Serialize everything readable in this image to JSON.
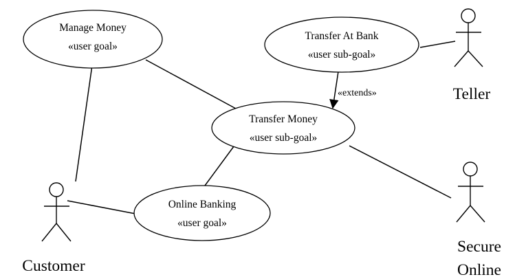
{
  "use_cases": [
    {
      "id": "manage-money",
      "name": "Manage Money",
      "stereotype": "«user goal»"
    },
    {
      "id": "transfer-at-bank",
      "name": "Transfer At Bank",
      "stereotype": "«user sub-goal»"
    },
    {
      "id": "transfer-money",
      "name": "Transfer Money",
      "stereotype": "«user sub-goal»"
    },
    {
      "id": "online-banking",
      "name": "Online Banking",
      "stereotype": "«user goal»"
    }
  ],
  "actors": [
    {
      "id": "teller",
      "label_lines": [
        "Teller"
      ]
    },
    {
      "id": "customer",
      "label_lines": [
        "Customer"
      ]
    },
    {
      "id": "secure-online",
      "label_lines": [
        "Secure",
        "Online"
      ]
    }
  ],
  "relationships": [
    {
      "from": "manage-money",
      "to": "transfer-money",
      "kind": "association"
    },
    {
      "from": "customer",
      "to": "manage-money",
      "kind": "association"
    },
    {
      "from": "transfer-money",
      "to": "online-banking",
      "kind": "association"
    },
    {
      "from": "customer",
      "to": "online-banking",
      "kind": "association"
    },
    {
      "from": "transfer-money",
      "to": "secure-online",
      "kind": "association"
    },
    {
      "from": "teller",
      "to": "transfer-at-bank",
      "kind": "association"
    },
    {
      "from": "transfer-at-bank",
      "to": "transfer-money",
      "kind": "extends",
      "label": "«extends»"
    }
  ]
}
